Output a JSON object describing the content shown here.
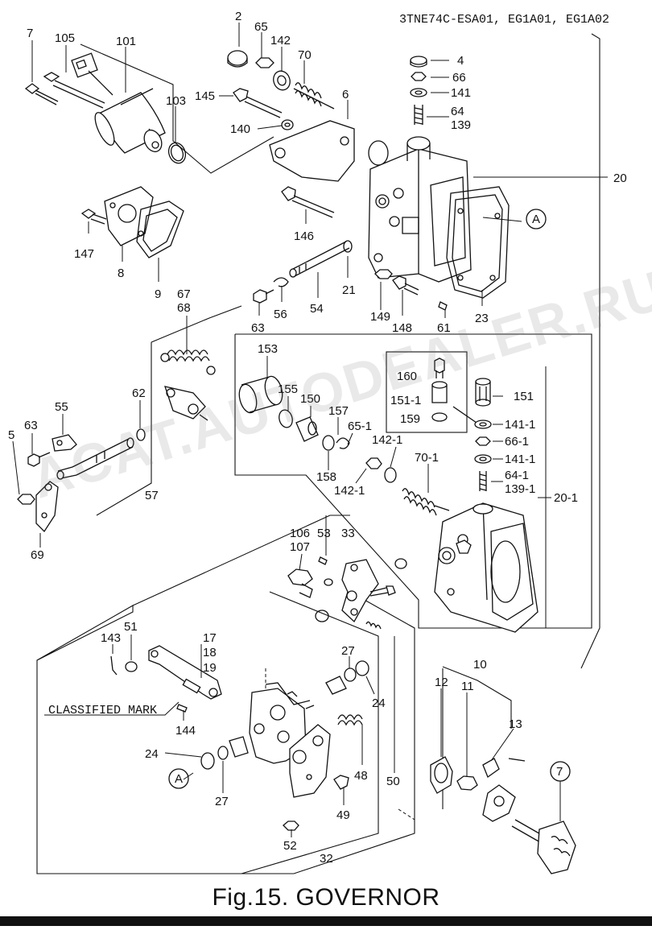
{
  "model_codes": "3TNE74C-ESA01, EG1A01, EG1A02",
  "caption": "Fig.15.  GOVERNOR",
  "watermark": "ACAT.AUTODEALER.RU",
  "classified_mark": "CLASSIFIED MARK",
  "callouts": {
    "a1": "A",
    "a2": "A",
    "c7": "7"
  },
  "labels": {
    "l7": "7",
    "l105": "105",
    "l101": "101",
    "l103": "103",
    "l2": "2",
    "l65": "65",
    "l142": "142",
    "l70": "70",
    "l4": "4",
    "l66": "66",
    "l141": "141",
    "l64": "64",
    "l139": "139",
    "l145": "145",
    "l6": "6",
    "l140": "140",
    "l20": "20",
    "l147": "147",
    "l8": "8",
    "l9": "9",
    "l146": "146",
    "l23": "23",
    "l21": "21",
    "l54": "54",
    "l56": "56",
    "l63": "63",
    "l149": "149",
    "l148": "148",
    "l61": "61",
    "l67": "67",
    "l68": "68",
    "l62": "62",
    "l55": "55",
    "l63b": "63",
    "l5": "5",
    "l57": "57",
    "l69": "69",
    "l153": "153",
    "l155": "155",
    "l150": "150",
    "l157": "157",
    "l65_1": "65-1",
    "l142_1a": "142-1",
    "l158": "158",
    "l142_1b": "142-1",
    "l160": "160",
    "l151_1": "151-1",
    "l159": "159",
    "l151": "151",
    "l141_1a": "141-1",
    "l66_1": "66-1",
    "l141_1b": "141-1",
    "l64_1": "64-1",
    "l139_1": "139-1",
    "l70_1": "70-1",
    "l20_1": "20-1",
    "l106": "106",
    "l53": "53",
    "l33": "33",
    "l107": "107",
    "l51": "51",
    "l143": "143",
    "l17": "17",
    "l18": "18",
    "l19": "19",
    "l144": "144",
    "l27a": "27",
    "l24a": "24",
    "l24b": "24",
    "l27b": "27",
    "l48": "48",
    "l50": "50",
    "l49": "49",
    "l52": "52",
    "l32": "32",
    "l10": "10",
    "l12": "12",
    "l11": "11",
    "l13": "13"
  },
  "icons": [
    "actuator-solenoid",
    "governor-housing",
    "spring",
    "bolt",
    "nut",
    "washer",
    "o-ring",
    "shaft",
    "lever",
    "cover-plate",
    "gasket"
  ]
}
